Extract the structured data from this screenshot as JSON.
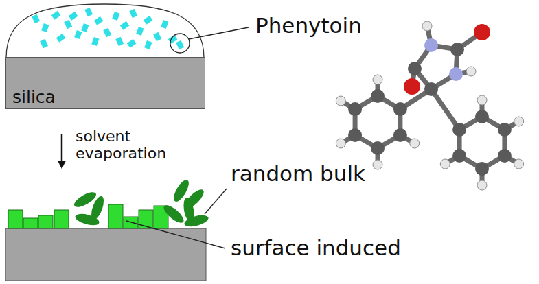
{
  "diagram": {
    "nodes": [
      {
        "text": [
          "silica"
        ]
      }
    ],
    "labels": [
      "Phenytoin",
      "solvent evaporation",
      "random bulk",
      "surface induced"
    ]
  }
}
